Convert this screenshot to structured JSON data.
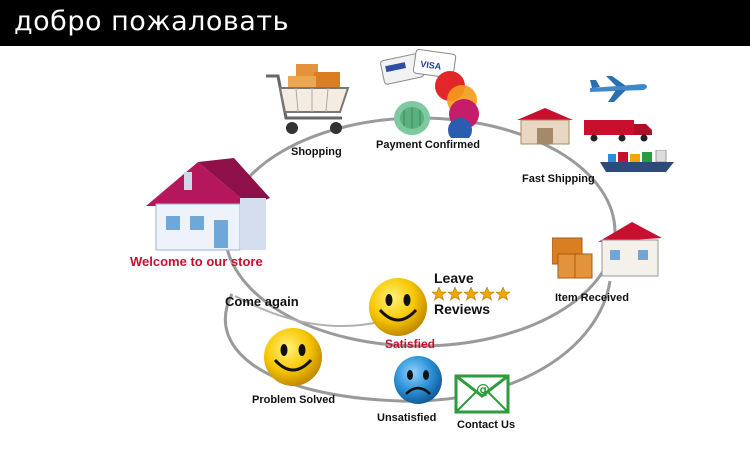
{
  "banner": {
    "title": "добро пожаловать"
  },
  "steps": {
    "welcome": "Welcome to our store",
    "shopping": "Shopping",
    "payment": "Payment Confirmed",
    "shipping": "Fast Shipping",
    "received": "Item Received",
    "leave": "Leave",
    "reviews": "Reviews",
    "satisfied": "Satisfied",
    "come_again": "Come again",
    "problem_solved": "Problem Solved",
    "unsatisfied": "Unsatisfied",
    "contact": "Contact Us"
  },
  "cards": [
    "VISA",
    "MasterCard",
    "Maestro"
  ],
  "colors": {
    "banner_bg": "#000000",
    "banner_text": "#ffffff",
    "accent_red": "#c8102e",
    "ring": "#9a9a9a",
    "house_roof": "#b5175d",
    "smiley_yellow": "#f7c600",
    "sad_blue": "#2a8fd6",
    "mail_green": "#2e9b3e",
    "star_gold": "#f0a800"
  },
  "icons": [
    "house-icon",
    "shopping-cart-icon",
    "credit-cards-icon",
    "coins-icon",
    "warehouse-icon",
    "airplane-icon",
    "truck-icon",
    "cargo-ship-icon",
    "boxes-house-icon",
    "happy-face-icon",
    "star-rating-icon",
    "sad-face-icon",
    "mail-icon"
  ]
}
